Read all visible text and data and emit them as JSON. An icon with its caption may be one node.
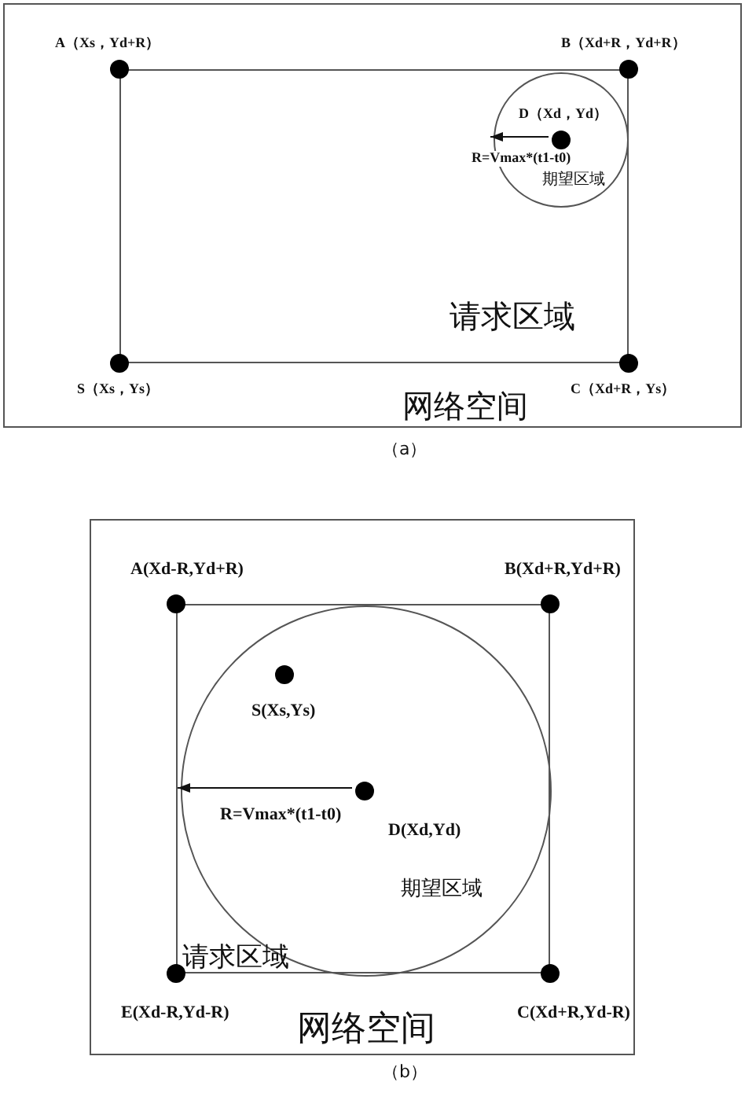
{
  "diagram": {
    "nodes": [
      {
        "text": [
          "网络空间"
        ]
      },
      {
        "text": [
          "请求区域"
        ],
        "in": 0
      },
      {
        "text": [
          "期望区域"
        ],
        "in": 1
      },
      {
        "text": [
          "A（Xs，Yd+R）"
        ],
        "in": 0
      },
      {
        "text": [
          "B（Xd+R，Yd+R）"
        ],
        "in": 0
      },
      {
        "text": [
          "D（Xd，Yd）"
        ],
        "in": 2
      },
      {
        "text": [
          "S（Xs，Ys）"
        ],
        "in": 0
      },
      {
        "text": [
          "C（Xd+R，Ys）"
        ],
        "in": 0
      },
      {
        "text": [
          "网络空间"
        ]
      },
      {
        "text": [
          "请求区域"
        ],
        "in": 8
      },
      {
        "text": [
          "期望区域"
        ],
        "in": 9
      },
      {
        "text": [
          "A(Xd-R,Yd+R)"
        ],
        "in": 8
      },
      {
        "text": [
          "B(Xd+R,Yd+R)"
        ],
        "in": 8
      },
      {
        "text": [
          "S(Xs,Ys)"
        ],
        "in": 10
      },
      {
        "text": [
          "D(Xd,Yd)"
        ],
        "in": 10
      },
      {
        "text": [
          "E(Xd-R,Yd-R)"
        ],
        "in": 8
      },
      {
        "text": [
          "C(Xd+R,Yd-R)"
        ],
        "in": 8
      }
    ],
    "edges": [
      {
        "from": 5,
        "to": 2,
        "arrow": "to",
        "label": "R=Vmax*(t1-t0)"
      },
      {
        "from": 14,
        "to": 10,
        "arrow": "to",
        "label": "R=Vmax*(t1-t0)"
      }
    ],
    "labels": [
      "（a）",
      "（b）"
    ]
  }
}
